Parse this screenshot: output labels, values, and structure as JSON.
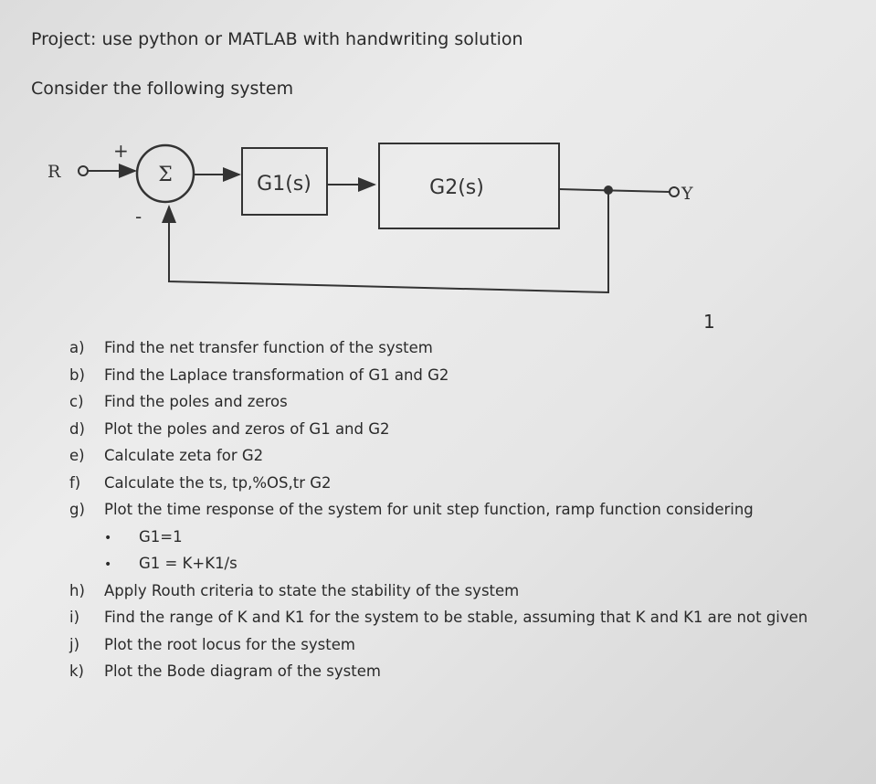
{
  "header": {
    "title": "Project: use python or MATLAB with handwriting solution",
    "subtitle": "Consider the following system"
  },
  "diagram": {
    "input_label": "R",
    "output_label": "Y",
    "sum_symbol": "Σ",
    "plus_sign": "+",
    "minus_sign": "-",
    "block1_label": "G1(s)",
    "block2_label": "G2(s)"
  },
  "page_number": "1",
  "tasks": [
    {
      "marker": "a)",
      "text": "Find the net transfer function of the system"
    },
    {
      "marker": "b)",
      "text": "Find the Laplace transformation of G1 and G2"
    },
    {
      "marker": "c)",
      "text": "Find the poles and zeros"
    },
    {
      "marker": "d)",
      "text": "Plot the poles and zeros of G1 and G2"
    },
    {
      "marker": "e)",
      "text": "Calculate zeta for G2"
    },
    {
      "marker": "f)",
      "text": "Calculate the ts, tp,%OS,tr G2"
    },
    {
      "marker": "g)",
      "text": "Plot the time response of the system for unit step function, ramp function considering"
    },
    {
      "marker": "h)",
      "text": "Apply Routh criteria to state the stability of the system"
    },
    {
      "marker": "i)",
      "text": "Find the range of K and K1 for the system to be stable, assuming that K and K1 are not given"
    },
    {
      "marker": "j)",
      "text": "Plot the root locus for the system"
    },
    {
      "marker": "k)",
      "text": "Plot the Bode diagram of the system"
    }
  ],
  "sub_items": [
    {
      "bullet": "•",
      "text": "G1=1"
    },
    {
      "bullet": "•",
      "text": "G1 = K+K1/s"
    }
  ]
}
